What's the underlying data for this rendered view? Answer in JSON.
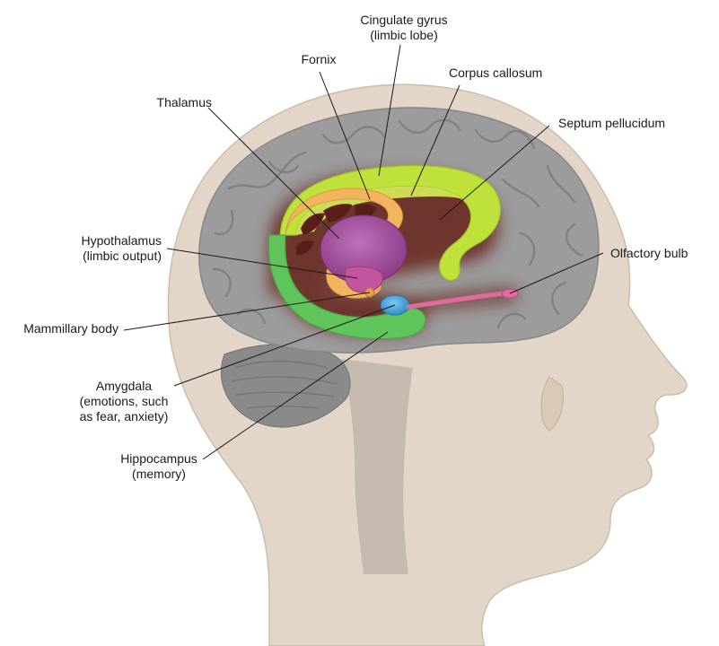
{
  "colors": {
    "head_skin": "#e3d6c8",
    "head_outline": "#cdbca9",
    "cerebrum": "#9c9c9c",
    "cerebrum_fold": "#7d7d7d",
    "cerebellum": "#8a8a8a",
    "limbic_glow": "#6b2a22",
    "cingulate_gyrus": "#bfe23a",
    "corpus_callosum": "#b5d838",
    "hippocampus": "#5fc45a",
    "fornix": "#f2b45e",
    "thalamus": "#a14a9a",
    "hypothalamus": "#c2569e",
    "amygdala": "#3aa3d8",
    "olfactory_bulb": "#e06aa0",
    "leader_line": "#1a1a1a"
  },
  "labels": {
    "cingulate": [
      "Cingulate gyrus",
      "(limbic lobe)"
    ],
    "fornix": [
      "Fornix"
    ],
    "corpus_callosum": [
      "Corpus callosum"
    ],
    "thalamus": [
      "Thalamus"
    ],
    "septum": [
      "Septum pellucidum"
    ],
    "hypothalamus": [
      "Hypothalamus",
      "(limbic output)"
    ],
    "olfactory": [
      "Olfactory bulb"
    ],
    "mammillary": [
      "Mammillary body"
    ],
    "amygdala": [
      "Amygdala",
      "(emotions, such",
      "as fear, anxiety)"
    ],
    "hippocampus": [
      "Hippocampus",
      "(memory)"
    ]
  }
}
